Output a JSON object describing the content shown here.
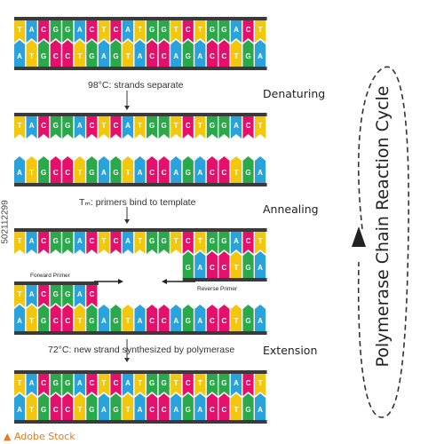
{
  "diagram": {
    "title": "Polymerase Chain Reaction Cycle",
    "stages": {
      "denaturing": "Denaturing",
      "annealing": "Annealing",
      "extension": "Extension"
    },
    "steps": {
      "denaturing": "98°C: strands separate",
      "annealing": "Tₘ: primers bind to template",
      "extension": "72°C: new strand synthesized by polymerase"
    },
    "primers": {
      "forward": "Forward Primer",
      "reverse": "Reverse Primer"
    },
    "sequences": {
      "top": "TACGGACTCATGGTCTGGACT",
      "bottom": "ATGCCTGAGTACCAGACCTGA",
      "forward_primer": "TACGGAC",
      "reverse_primer": "GACCTGA"
    },
    "base_colors": {
      "A": "#2aa3dc",
      "T": "#f2c80f",
      "G": "#2aa84a",
      "C": "#e4106b"
    },
    "backbone_color": "#3a3a3a",
    "stock": {
      "id": "502112299",
      "logo": "Adobe Stock"
    }
  }
}
